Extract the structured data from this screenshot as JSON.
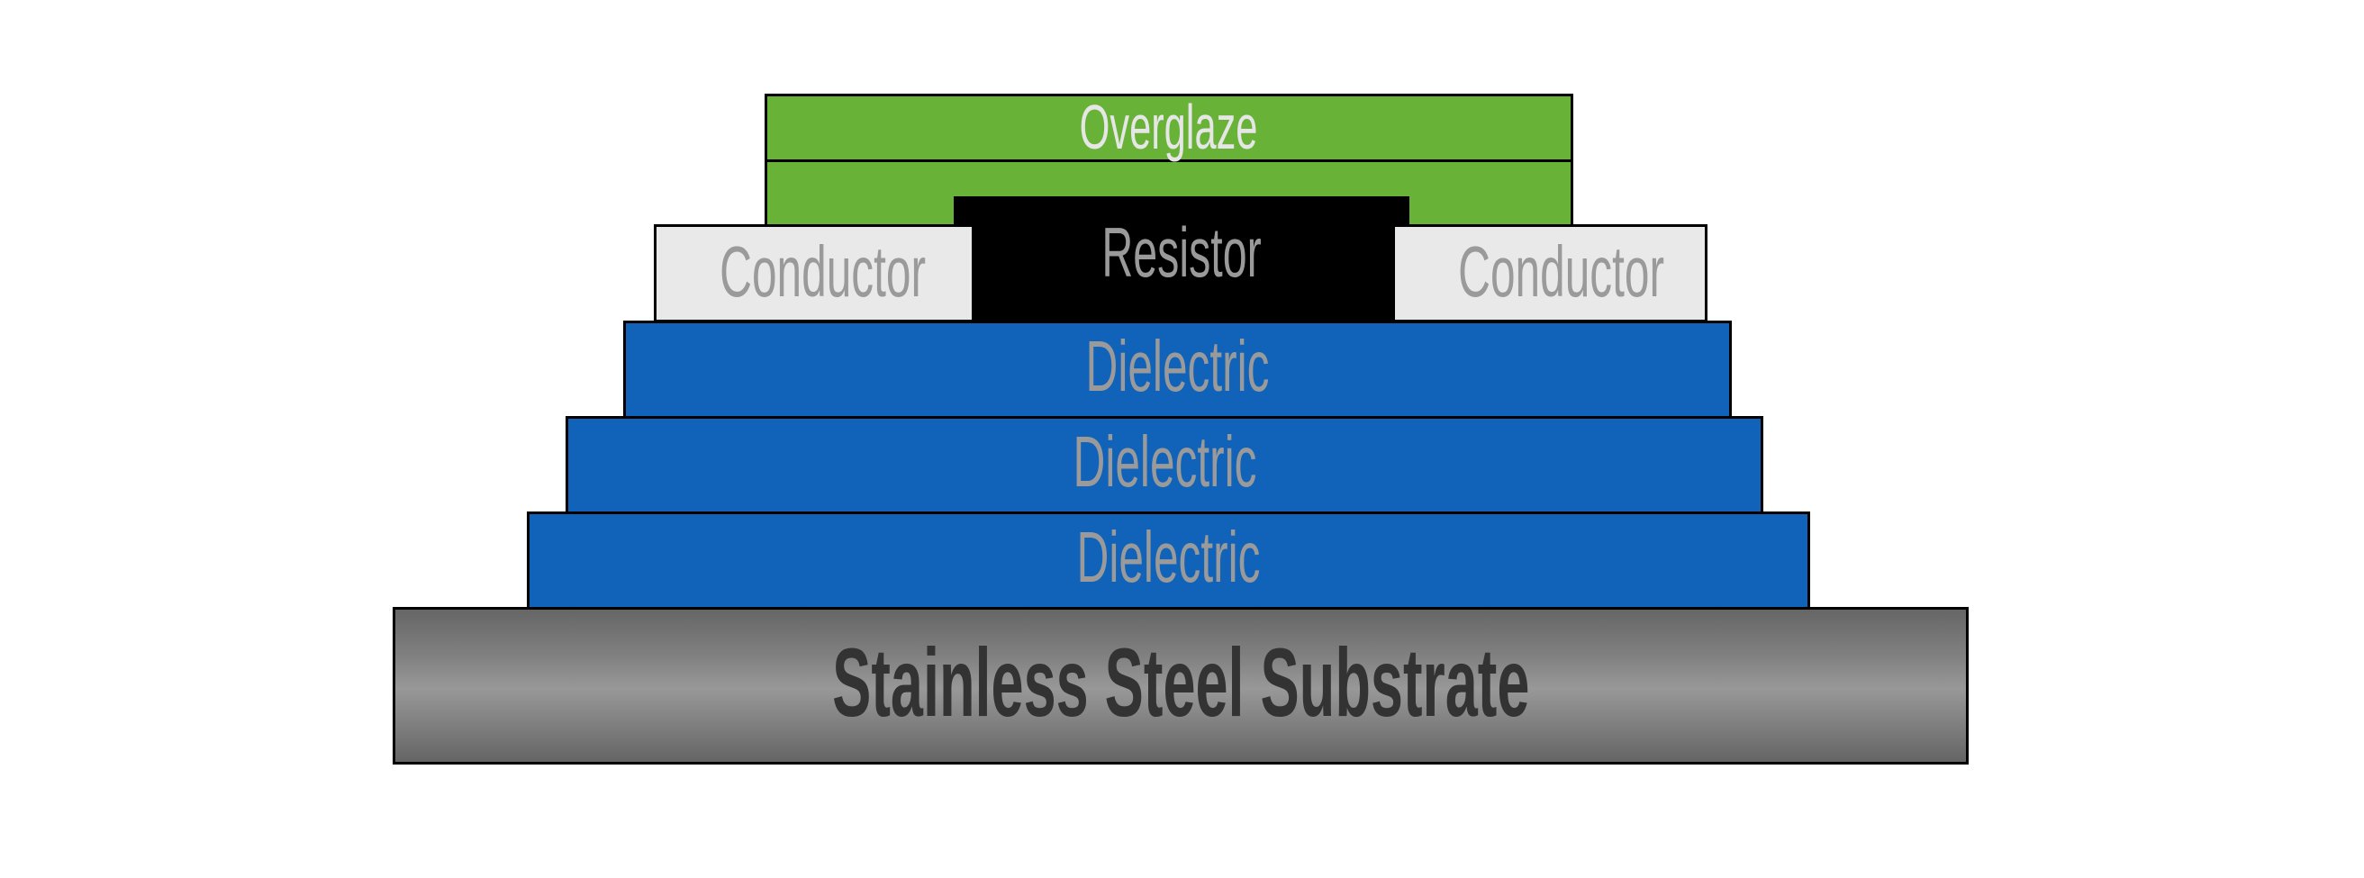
{
  "diagram": {
    "title_labels": {
      "overglaze": "Overglaze",
      "resistor": "Resistor",
      "conductor_left": "Conductor",
      "conductor_right": "Conductor",
      "dielectric_1": "Dielectric",
      "dielectric_2": "Dielectric",
      "dielectric_3": "Dielectric",
      "substrate": "Stainless Steel Substrate"
    },
    "colors": {
      "overglaze": "#68B238",
      "resistor": "#000000",
      "conductor": "#E9E9E9",
      "dielectric": "#1063B8",
      "substrate": "#808080",
      "label_light": "#E6E6E6",
      "label_grey": "#9A9A9A",
      "label_dark": "#333333"
    }
  }
}
